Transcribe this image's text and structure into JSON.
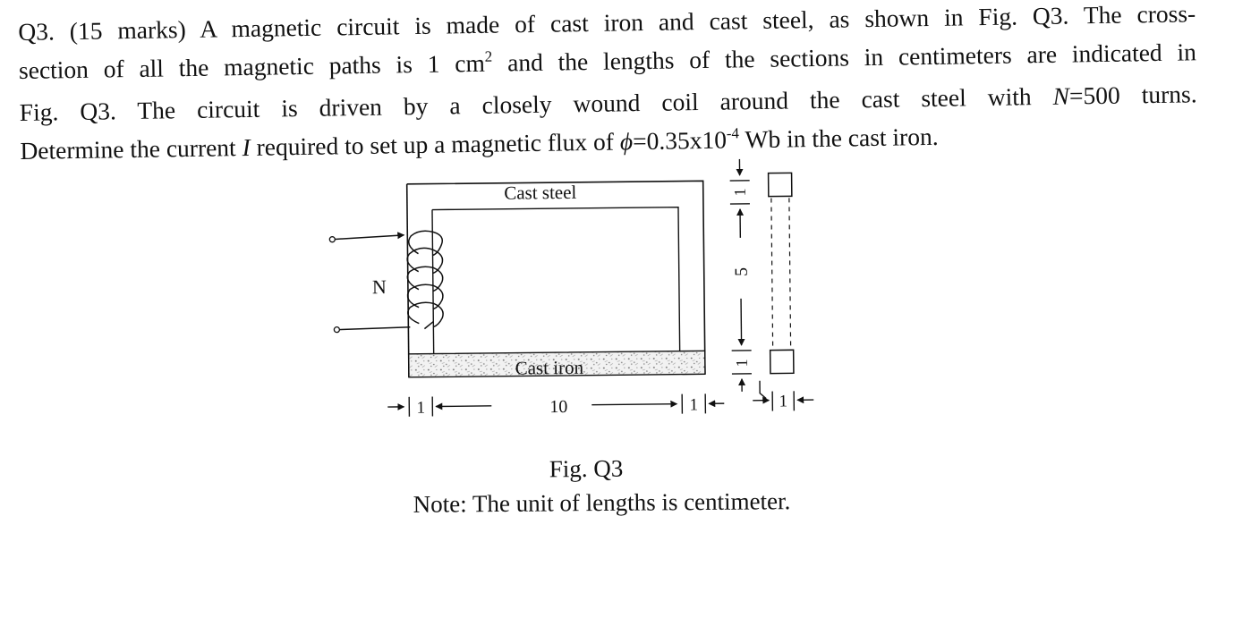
{
  "question": {
    "line1": {
      "id": "Q3.",
      "marks": "(15 marks)",
      "text": "A magnetic circuit is made of cast iron and cast steel, as shown in Fig. Q3. The cross-"
    },
    "line2": {
      "a": "section of all the magnetic paths is 1 cm",
      "exp": "2",
      "b": " and the lengths of the sections in centimeters are indicated in"
    },
    "line3": {
      "a": "Fig. Q3. The circuit is driven by a closely wound coil around the cast steel with ",
      "var": "N",
      "b": "=500 turns."
    },
    "line4": {
      "a": "Determine the current ",
      "var_i": "I",
      "b": " required to set up a magnetic flux of  ",
      "phi": "ϕ",
      "c": "=0.35x10",
      "exp": "-4",
      "d": " Wb in the cast iron."
    }
  },
  "figure": {
    "cast_steel_label": "Cast steel",
    "cast_iron_label": "Cast iron",
    "coil_label": "N",
    "dimensions": {
      "left_leg_width": "1",
      "bottom_length": "10",
      "right_leg_width": "1",
      "side_view_width": "1",
      "top_thickness": "1",
      "window_height": "5",
      "bottom_thickness": "1"
    }
  },
  "caption": "Fig. Q3",
  "note": "Note: The unit of lengths is centimeter."
}
